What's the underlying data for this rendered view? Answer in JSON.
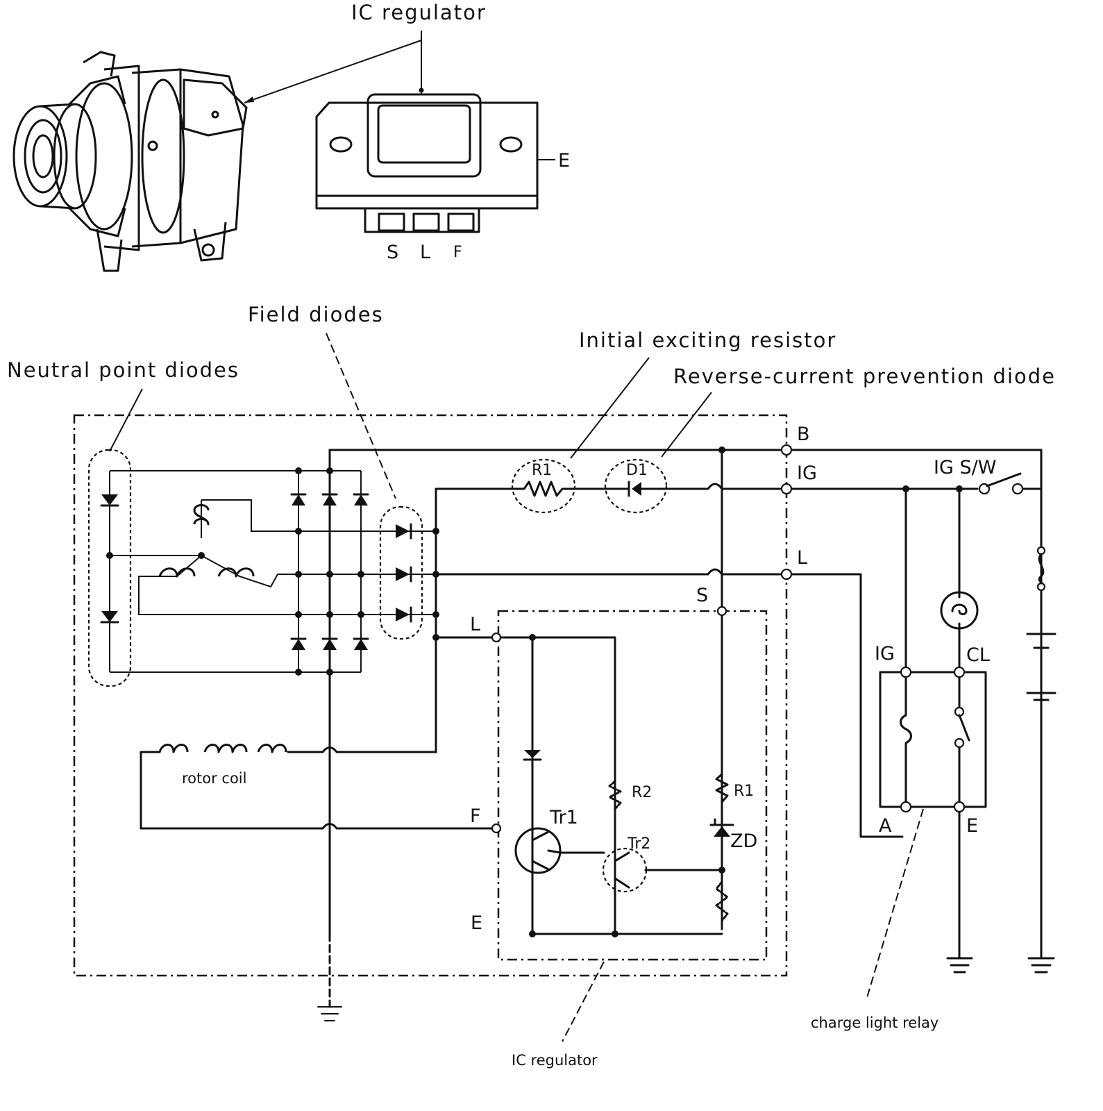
{
  "labels": {
    "ic_regulator_top": "IC regulator",
    "terminal_e_top": "E",
    "terminal_s_top": "S",
    "terminal_l_top": "L",
    "terminal_f_top": "F",
    "field_diodes": "Field diodes",
    "initial_exciting_resistor": "Initial exciting resistor",
    "neutral_point_diodes": "Neutral point diodes",
    "reverse_current_diode": "Reverse-current prevention diode",
    "term_b": "B",
    "term_ig": "IG",
    "term_l": "L",
    "ig_switch": "IG S/W",
    "r1_top": "R1",
    "d1_top": "D1",
    "reg_s": "S",
    "reg_l": "L",
    "reg_f": "F",
    "reg_e": "E",
    "tr1": "Tr1",
    "tr2": "Tr2",
    "r2": "R2",
    "r1": "R1",
    "zd": "ZD",
    "relay_ig": "IG",
    "relay_cl": "CL",
    "relay_a": "A",
    "relay_e": "E",
    "rotor_coil": "rotor coil",
    "charge_light_relay": "charge light relay",
    "ic_regulator_bottom": "IC regulator"
  }
}
